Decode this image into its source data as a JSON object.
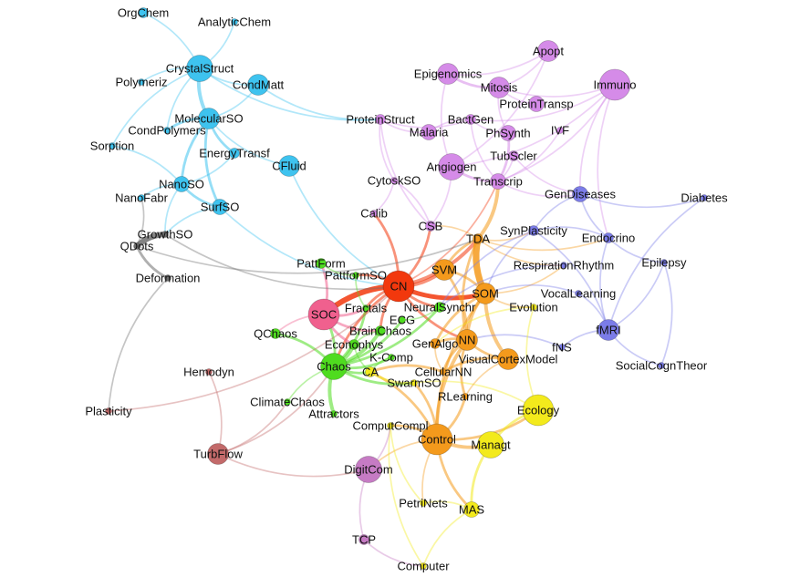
{
  "clusters": {
    "blue": {
      "color": "#3ec3ef"
    },
    "purple": {
      "color": "#d58be8"
    },
    "slate": {
      "color": "#7b7ce8"
    },
    "green": {
      "color": "#4fdc1f"
    },
    "orange": {
      "color": "#f49a1c"
    },
    "yellow": {
      "color": "#f3ea1c"
    },
    "red": {
      "color": "#f2380d"
    },
    "pink": {
      "color": "#f0608e"
    },
    "gray": {
      "color": "#6f6f6f"
    },
    "brown": {
      "color": "#c36a6a"
    },
    "mauve": {
      "color": "#c67bc4"
    }
  },
  "nodes": [
    {
      "id": "OrgChem",
      "label": "OrgChem",
      "cluster": "blue",
      "size": 2
    },
    {
      "id": "AnalyticChem",
      "label": "AnalyticChem",
      "cluster": "blue",
      "size": 1
    },
    {
      "id": "CrystalStruct",
      "label": "CrystalStruct",
      "cluster": "blue",
      "size": 5
    },
    {
      "id": "Polymeriz",
      "label": "Polymeriz",
      "cluster": "blue",
      "size": 1
    },
    {
      "id": "CondMatt",
      "label": "CondMatt",
      "cluster": "blue",
      "size": 4
    },
    {
      "id": "MolecularSO",
      "label": "MolecularSO",
      "cluster": "blue",
      "size": 4
    },
    {
      "id": "CondPolymers",
      "label": "CondPolymers",
      "cluster": "blue",
      "size": 1
    },
    {
      "id": "Sorption",
      "label": "Sorption",
      "cluster": "blue",
      "size": 1
    },
    {
      "id": "EnergyTransf",
      "label": "EnergyTransf",
      "cluster": "blue",
      "size": 2
    },
    {
      "id": "CFluid",
      "label": "CFluid",
      "cluster": "blue",
      "size": 4
    },
    {
      "id": "NanoSO",
      "label": "NanoSO",
      "cluster": "blue",
      "size": 3
    },
    {
      "id": "NanoFabr",
      "label": "NanoFabr",
      "cluster": "blue",
      "size": 1
    },
    {
      "id": "SurfSO",
      "label": "SurfSO",
      "cluster": "blue",
      "size": 3
    },
    {
      "id": "GrowthSO",
      "label": "GrowthSO",
      "cluster": "gray",
      "size": 1
    },
    {
      "id": "QDots",
      "label": "QDots",
      "cluster": "gray",
      "size": 1
    },
    {
      "id": "Deformation",
      "label": "Deformation",
      "cluster": "gray",
      "size": 1
    },
    {
      "id": "Apopt",
      "label": "Apopt",
      "cluster": "purple",
      "size": 4
    },
    {
      "id": "Epigenomics",
      "label": "Epigenomics",
      "cluster": "purple",
      "size": 4
    },
    {
      "id": "Immuno",
      "label": "Immuno",
      "cluster": "purple",
      "size": 6
    },
    {
      "id": "Mitosis",
      "label": "Mitosis",
      "cluster": "purple",
      "size": 4
    },
    {
      "id": "ProteinTransp",
      "label": "ProteinTransp",
      "cluster": "purple",
      "size": 3
    },
    {
      "id": "ProteinStruct",
      "label": "ProteinStruct",
      "cluster": "purple",
      "size": 2
    },
    {
      "id": "BactGen",
      "label": "BactGen",
      "cluster": "purple",
      "size": 2
    },
    {
      "id": "Malaria",
      "label": "Malaria",
      "cluster": "purple",
      "size": 3
    },
    {
      "id": "PhSynth",
      "label": "PhSynth",
      "cluster": "purple",
      "size": 3
    },
    {
      "id": "IVF",
      "label": "IVF",
      "cluster": "purple",
      "size": 1
    },
    {
      "id": "TubScler",
      "label": "TubScler",
      "cluster": "purple",
      "size": 2
    },
    {
      "id": "Angiogen",
      "label": "Angiogen",
      "cluster": "purple",
      "size": 5
    },
    {
      "id": "CytoskSO",
      "label": "CytoskSO",
      "cluster": "purple",
      "size": 1
    },
    {
      "id": "Transcrip",
      "label": "Transcrip",
      "cluster": "purple",
      "size": 3
    },
    {
      "id": "GenDiseases",
      "label": "GenDiseases",
      "cluster": "slate",
      "size": 3
    },
    {
      "id": "Diabetes",
      "label": "Diabetes",
      "cluster": "slate",
      "size": 1
    },
    {
      "id": "Calib",
      "label": "Calib",
      "cluster": "purple",
      "size": 1
    },
    {
      "id": "CSB",
      "label": "CSB",
      "cluster": "purple",
      "size": 2
    },
    {
      "id": "SynPlasticity",
      "label": "SynPlasticity",
      "cluster": "slate",
      "size": 2
    },
    {
      "id": "TDA",
      "label": "TDA",
      "cluster": "orange",
      "size": 2
    },
    {
      "id": "Endocrino",
      "label": "Endocrino",
      "cluster": "slate",
      "size": 2
    },
    {
      "id": "Epilepsy",
      "label": "Epilepsy",
      "cluster": "slate",
      "size": 1
    },
    {
      "id": "PattForm",
      "label": "PattForm",
      "cluster": "green",
      "size": 2
    },
    {
      "id": "PattformSO",
      "label": "PattformSO",
      "cluster": "green",
      "size": 1
    },
    {
      "id": "CN",
      "label": "CN",
      "cluster": "red",
      "size": 6
    },
    {
      "id": "SVM",
      "label": "SVM",
      "cluster": "orange",
      "size": 4
    },
    {
      "id": "RespirationRhythm",
      "label": "RespirationRhythm",
      "cluster": "slate",
      "size": 1
    },
    {
      "id": "SOM",
      "label": "SOM",
      "cluster": "orange",
      "size": 4
    },
    {
      "id": "Fractals",
      "label": "Fractals",
      "cluster": "green",
      "size": 1
    },
    {
      "id": "NeuralSynchr",
      "label": "NeuralSynchr",
      "cluster": "green",
      "size": 2
    },
    {
      "id": "VocalLearning",
      "label": "VocalLearning",
      "cluster": "slate",
      "size": 1
    },
    {
      "id": "Evolution",
      "label": "Evolution",
      "cluster": "yellow",
      "size": 1
    },
    {
      "id": "SOC",
      "label": "SOC",
      "cluster": "pink",
      "size": 6
    },
    {
      "id": "ECG",
      "label": "ECG",
      "cluster": "green",
      "size": 1
    },
    {
      "id": "BrainChaos",
      "label": "BrainChaos",
      "cluster": "green",
      "size": 2
    },
    {
      "id": "fMRI",
      "label": "fMRI",
      "cluster": "slate",
      "size": 4
    },
    {
      "id": "QChaos",
      "label": "QChaos",
      "cluster": "green",
      "size": 2
    },
    {
      "id": "GenAlgo",
      "label": "GenAlgo",
      "cluster": "orange",
      "size": 2
    },
    {
      "id": "NN",
      "label": "NN",
      "cluster": "orange",
      "size": 4
    },
    {
      "id": "Econophys",
      "label": "Econophys",
      "cluster": "green",
      "size": 2
    },
    {
      "id": "fNS",
      "label": "fNS",
      "cluster": "slate",
      "size": 1
    },
    {
      "id": "K-Comp",
      "label": "K-Comp",
      "cluster": "green",
      "size": 1
    },
    {
      "id": "VisualCortexModel",
      "label": "VisualCortexModel",
      "cluster": "orange",
      "size": 4
    },
    {
      "id": "Chaos",
      "label": "Chaos",
      "cluster": "green",
      "size": 5
    },
    {
      "id": "CA",
      "label": "CA",
      "cluster": "yellow",
      "size": 2
    },
    {
      "id": "CellularNN",
      "label": "CellularNN",
      "cluster": "orange",
      "size": 1
    },
    {
      "id": "SocialCognTheor",
      "label": "SocialCognTheor",
      "cluster": "slate",
      "size": 1
    },
    {
      "id": "Hemodyn",
      "label": "Hemodyn",
      "cluster": "brown",
      "size": 1
    },
    {
      "id": "SwarmSO",
      "label": "SwarmSO",
      "cluster": "yellow",
      "size": 1
    },
    {
      "id": "RLearning",
      "label": "RLearning",
      "cluster": "orange",
      "size": 1
    },
    {
      "id": "Ecology",
      "label": "Ecology",
      "cluster": "yellow",
      "size": 6
    },
    {
      "id": "ClimateChaos",
      "label": "ClimateChaos",
      "cluster": "green",
      "size": 1
    },
    {
      "id": "Attractors",
      "label": "Attractors",
      "cluster": "green",
      "size": 1
    },
    {
      "id": "Plasticity",
      "label": "Plasticity",
      "cluster": "brown",
      "size": 1
    },
    {
      "id": "ComputCompl",
      "label": "ComputCompl",
      "cluster": "yellow",
      "size": 1
    },
    {
      "id": "Control",
      "label": "Control",
      "cluster": "orange",
      "size": 6
    },
    {
      "id": "Managt",
      "label": "Managt",
      "cluster": "yellow",
      "size": 5
    },
    {
      "id": "TurbFlow",
      "label": "TurbFlow",
      "cluster": "brown",
      "size": 4
    },
    {
      "id": "DigitCom",
      "label": "DigitCom",
      "cluster": "mauve",
      "size": 5
    },
    {
      "id": "PetriNets",
      "label": "PetriNets",
      "cluster": "yellow",
      "size": 1
    },
    {
      "id": "MAS",
      "label": "MAS",
      "cluster": "yellow",
      "size": 3
    },
    {
      "id": "TCP",
      "label": "TCP",
      "cluster": "mauve",
      "size": 2
    },
    {
      "id": "Computer",
      "label": "Computer",
      "cluster": "yellow",
      "size": 1
    }
  ],
  "edges": [
    [
      "CN",
      "SOC",
      5
    ],
    [
      "CN",
      "SVM",
      3
    ],
    [
      "CN",
      "SOM",
      4
    ],
    [
      "CN",
      "TDA",
      3
    ],
    [
      "CN",
      "Calib",
      2
    ],
    [
      "CN",
      "PattformSO",
      2
    ],
    [
      "CN",
      "NeuralSynchr",
      2
    ],
    [
      "CN",
      "Fractals",
      2
    ],
    [
      "CN",
      "BrainChaos",
      2
    ],
    [
      "CN",
      "Chaos",
      2
    ],
    [
      "CN",
      "NN",
      2
    ],
    [
      "CN",
      "CSB",
      2
    ],
    [
      "CN",
      "Transcrip",
      1
    ],
    [
      "TDA",
      "SOM",
      6
    ],
    [
      "TDA",
      "Transcrip",
      3
    ],
    [
      "TDA",
      "SVM",
      2
    ],
    [
      "TDA",
      "SynPlasticity",
      1
    ],
    [
      "TDA",
      "NN",
      2
    ],
    [
      "TDA",
      "CSB",
      1
    ],
    [
      "TDA",
      "RespirationRhythm",
      1
    ],
    [
      "TDA",
      "Endocrino",
      1
    ],
    [
      "SOM",
      "NN",
      3
    ],
    [
      "SOM",
      "VisualCortexModel",
      3
    ],
    [
      "SOM",
      "GenAlgo",
      2
    ],
    [
      "SOM",
      "SVM",
      2
    ],
    [
      "SOM",
      "Control",
      2
    ],
    [
      "SOM",
      "Evolution",
      1
    ],
    [
      "SOM",
      "RespirationRhythm",
      1
    ],
    [
      "NN",
      "GenAlgo",
      2
    ],
    [
      "NN",
      "CellularNN",
      2
    ],
    [
      "NN",
      "Control",
      3
    ],
    [
      "NN",
      "VisualCortexModel",
      2
    ],
    [
      "NN",
      "RLearning",
      2
    ],
    [
      "NN",
      "SVM",
      2
    ],
    [
      "Control",
      "Managt",
      3
    ],
    [
      "Control",
      "Ecology",
      2
    ],
    [
      "Control",
      "MAS",
      2
    ],
    [
      "Control",
      "ComputCompl",
      2
    ],
    [
      "Control",
      "DigitCom",
      1
    ],
    [
      "Control",
      "RLearning",
      2
    ],
    [
      "Control",
      "SwarmSO",
      2
    ],
    [
      "Control",
      "PetriNets",
      1
    ],
    [
      "Control",
      "CA",
      2
    ],
    [
      "Chaos",
      "BrainChaos",
      3
    ],
    [
      "Chaos",
      "Econophys",
      3
    ],
    [
      "Chaos",
      "Attractors",
      3
    ],
    [
      "Chaos",
      "QChaos",
      2
    ],
    [
      "Chaos",
      "CA",
      2
    ],
    [
      "Chaos",
      "ECG",
      2
    ],
    [
      "Chaos",
      "K-Comp",
      2
    ],
    [
      "Chaos",
      "ClimateChaos",
      1
    ],
    [
      "Chaos",
      "NeuralSynchr",
      2
    ],
    [
      "Chaos",
      "Fractals",
      2
    ],
    [
      "Chaos",
      "SOC",
      2
    ],
    [
      "Chaos",
      "SwarmSO",
      2
    ],
    [
      "SOC",
      "Fractals",
      2
    ],
    [
      "SOC",
      "BrainChaos",
      2
    ],
    [
      "SOC",
      "PattForm",
      2
    ],
    [
      "SOC",
      "Econophys",
      2
    ],
    [
      "SOC",
      "QChaos",
      1
    ],
    [
      "CrystalStruct",
      "MolecularSO",
      3
    ],
    [
      "CrystalStruct",
      "OrgChem",
      1
    ],
    [
      "CrystalStruct",
      "AnalyticChem",
      1
    ],
    [
      "CrystalStruct",
      "Polymeriz",
      1
    ],
    [
      "CrystalStruct",
      "CondMatt",
      1
    ],
    [
      "CrystalStruct",
      "Sorption",
      1
    ],
    [
      "CrystalStruct",
      "CondPolymers",
      1
    ],
    [
      "MolecularSO",
      "NanoSO",
      2
    ],
    [
      "MolecularSO",
      "EnergyTransf",
      2
    ],
    [
      "MolecularSO",
      "CondPolymers",
      2
    ],
    [
      "MolecularSO",
      "CFluid",
      1
    ],
    [
      "MolecularSO",
      "SurfSO",
      2
    ],
    [
      "MolecularSO",
      "CondMatt",
      1
    ],
    [
      "NanoSO",
      "SurfSO",
      2
    ],
    [
      "NanoSO",
      "NanoFabr",
      1
    ],
    [
      "NanoSO",
      "Sorption",
      1
    ],
    [
      "NanoSO",
      "GrowthSO",
      1
    ],
    [
      "NanoSO",
      "EnergyTransf",
      1
    ],
    [
      "SurfSO",
      "GrowthSO",
      1
    ],
    [
      "SurfSO",
      "CN",
      1
    ],
    [
      "CFluid",
      "CN",
      1
    ],
    [
      "GrowthSO",
      "QDots",
      5
    ],
    [
      "QDots",
      "Deformation",
      2
    ],
    [
      "QDots",
      "NanoFabr",
      1
    ],
    [
      "Deformation",
      "Plasticity",
      1
    ],
    [
      "GrowthSO",
      "CN",
      1
    ],
    [
      "QDots",
      "TDA",
      1
    ],
    [
      "CrystalStruct",
      "ProteinStruct",
      1
    ],
    [
      "CondMatt",
      "ProteinStruct",
      1
    ],
    [
      "Epigenomics",
      "Mitosis",
      2
    ],
    [
      "Epigenomics",
      "Apopt",
      1
    ],
    [
      "Epigenomics",
      "Angiogen",
      1
    ],
    [
      "Mitosis",
      "Apopt",
      1
    ],
    [
      "Mitosis",
      "Immuno",
      1
    ],
    [
      "Mitosis",
      "ProteinTransp",
      1
    ],
    [
      "Mitosis",
      "PhSynth",
      1
    ],
    [
      "BactGen",
      "Malaria",
      1
    ],
    [
      "BactGen",
      "PhSynth",
      1
    ],
    [
      "BactGen",
      "Transcrip",
      1
    ],
    [
      "BactGen",
      "Immuno",
      1
    ],
    [
      "Angiogen",
      "Transcrip",
      2
    ],
    [
      "Angiogen",
      "Immuno",
      1
    ],
    [
      "Angiogen",
      "Apopt",
      1
    ],
    [
      "Transcrip",
      "TubScler",
      1
    ],
    [
      "Transcrip",
      "PhSynth",
      2
    ],
    [
      "Transcrip",
      "IVF",
      1
    ],
    [
      "Transcrip",
      "Immuno",
      1
    ],
    [
      "Transcrip",
      "GenDiseases",
      1
    ],
    [
      "ProteinStruct",
      "Malaria",
      1
    ],
    [
      "ProteinStruct",
      "BactGen",
      1
    ],
    [
      "ProteinStruct",
      "CytoskSO",
      1
    ],
    [
      "ProteinStruct",
      "CSB",
      1
    ],
    [
      "CSB",
      "Angiogen",
      1
    ],
    [
      "CSB",
      "CytoskSO",
      1
    ],
    [
      "Calib",
      "CytoskSO",
      1
    ],
    [
      "Immuno",
      "Endocrino",
      1
    ],
    [
      "Immuno",
      "GenDiseases",
      1
    ],
    [
      "TubScler",
      "GenDiseases",
      1
    ],
    [
      "GenDiseases",
      "Diabetes",
      1
    ],
    [
      "GenDiseases",
      "Endocrino",
      1
    ],
    [
      "GenDiseases",
      "SynPlasticity",
      1
    ],
    [
      "Endocrino",
      "fMRI",
      1
    ],
    [
      "Endocrino",
      "Epilepsy",
      1
    ],
    [
      "Endocrino",
      "SynPlasticity",
      1
    ],
    [
      "fMRI",
      "SocialCognTheor",
      1
    ],
    [
      "fMRI",
      "fNS",
      1
    ],
    [
      "fMRI",
      "VocalLearning",
      1
    ],
    [
      "fMRI",
      "SynPlasticity",
      1
    ],
    [
      "fMRI",
      "Epilepsy",
      1
    ],
    [
      "Diabetes",
      "fMRI",
      1
    ],
    [
      "SocialCognTheor",
      "Epilepsy",
      1
    ],
    [
      "SynPlasticity",
      "NeuralSynchr",
      1
    ],
    [
      "SynPlasticity",
      "SOM",
      1
    ],
    [
      "RespirationRhythm",
      "NeuralSynchr",
      1
    ],
    [
      "VocalLearning",
      "SOM",
      1
    ],
    [
      "fNS",
      "NN",
      1
    ],
    [
      "Evolution",
      "GenAlgo",
      1
    ],
    [
      "Evolution",
      "Ecology",
      1
    ],
    [
      "Ecology",
      "Managt",
      2
    ],
    [
      "Ecology",
      "SwarmSO",
      1
    ],
    [
      "Managt",
      "MAS",
      2
    ],
    [
      "MAS",
      "PetriNets",
      1
    ],
    [
      "MAS",
      "Computer",
      1
    ],
    [
      "ComputCompl",
      "Computer",
      1
    ],
    [
      "ComputCompl",
      "PetriNets",
      1
    ],
    [
      "DigitCom",
      "TCP",
      1
    ],
    [
      "DigitCom",
      "ComputCompl",
      1
    ],
    [
      "TCP",
      "Computer",
      1
    ],
    [
      "TurbFlow",
      "ClimateChaos",
      1
    ],
    [
      "TurbFlow",
      "Hemodyn",
      1
    ],
    [
      "TurbFlow",
      "Chaos",
      1
    ],
    [
      "TurbFlow",
      "DigitCom",
      1
    ],
    [
      "Plasticity",
      "CN",
      1
    ],
    [
      "VisualCortexModel",
      "CellularNN",
      2
    ],
    [
      "VisualCortexModel",
      "RLearning",
      1
    ],
    [
      "CellularNN",
      "CA",
      2
    ],
    [
      "CA",
      "SwarmSO",
      2
    ],
    [
      "GenAlgo",
      "CellularNN",
      1
    ],
    [
      "K-Comp",
      "CA",
      1
    ],
    [
      "Econophys",
      "CA",
      1
    ],
    [
      "PattForm",
      "PattformSO",
      1
    ],
    [
      "PattformSO",
      "Fractals",
      1
    ],
    [
      "ECG",
      "NeuralSynchr",
      1
    ],
    [
      "BrainChaos",
      "Econophys",
      1
    ]
  ]
}
